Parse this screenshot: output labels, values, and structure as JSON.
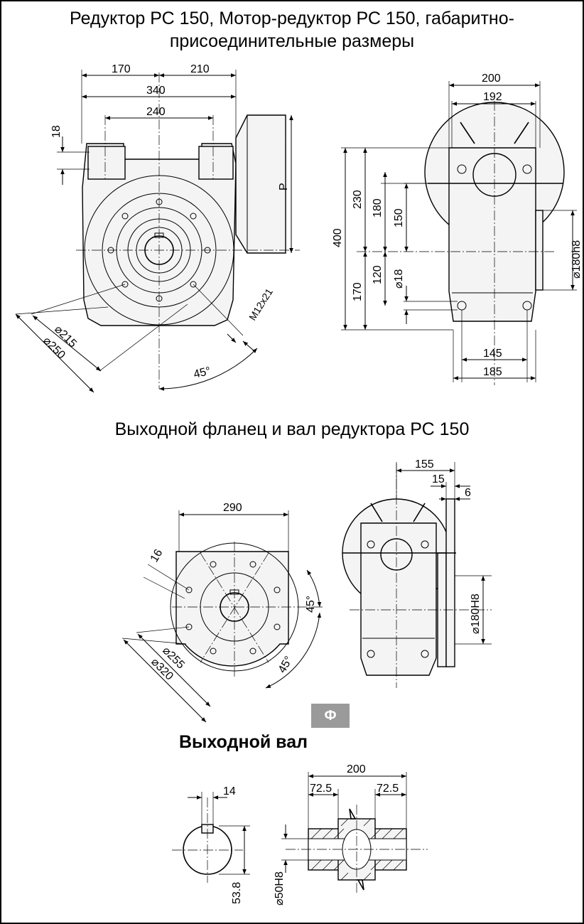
{
  "titles": {
    "main": "Редуктор РС 150, Мотор-редуктор РС 150, габаритно-присоединительные размеры",
    "flange": "Выходной фланец и вал редуктора РС 150",
    "shaft": "Выходной вал"
  },
  "badge": "Ф",
  "front_view": {
    "d170": "170",
    "d210": "210",
    "d340": "340",
    "d240": "240",
    "d18": "18",
    "p": "P",
    "m12": "M12x21",
    "d215": "⌀215",
    "d250": "⌀250",
    "a45": "45°"
  },
  "side_view": {
    "d200": "200",
    "d192": "192",
    "d400": "400",
    "d230": "230",
    "d180": "180",
    "d150": "150",
    "d170": "170",
    "d120": "120",
    "d18": "⌀18",
    "d180h8": "⌀180h8",
    "d145": "145",
    "d185": "185"
  },
  "flange_view": {
    "d290": "290",
    "d16": "16",
    "a45a": "45°",
    "a45b": "45°",
    "d255": "⌀255",
    "d320": "⌀320"
  },
  "flange_side": {
    "d155": "155",
    "d15": "15",
    "d6": "6",
    "d180H8": "⌀180H8"
  },
  "shaft_view": {
    "d14": "14",
    "d53_8": "53.8",
    "d200": "200",
    "d72_5a": "72.5",
    "d72_5b": "72.5",
    "d50H8": "⌀50H8"
  }
}
